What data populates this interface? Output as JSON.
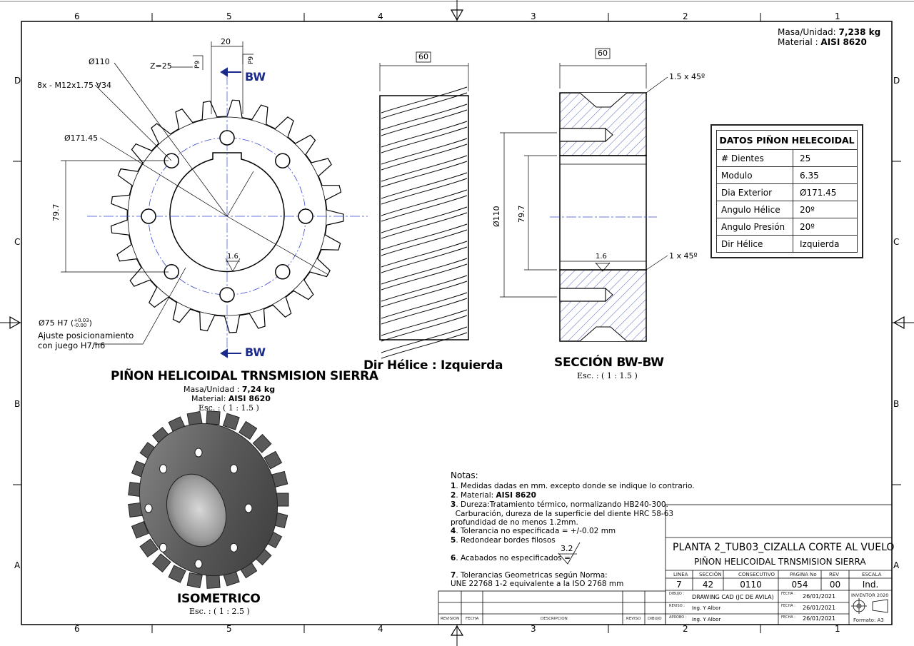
{
  "mass_top": {
    "label": "Masa/Unidad: ",
    "value": "7,238 kg",
    "material_label": "Material : ",
    "material_value": "AISI 8620"
  },
  "front_view": {
    "dims": {
      "width": "20",
      "d110": "Ø110",
      "z": "Z=25",
      "thread": "8x - M12x1.75 ∀34",
      "d171": "Ø171.45",
      "d797": "79.7",
      "p9a": "P9",
      "p9b": "P9",
      "surface": "1.6",
      "bore": "Ø75 H7",
      "tol_up": "+0.03",
      "tol_dn": "-0.00",
      "fit1": "Ajuste  posicionamiento",
      "fit2": "con juego H7/h6"
    },
    "section_marker": "BW",
    "title": "PIÑON HELICOIDAL TRNSMISION SIERRA",
    "mass": "Masa/Unidad : ",
    "mass_value": "7,24 kg",
    "material": "Material: ",
    "material_value": "AISI 8620",
    "scale": "Esc. : ( 1 : 1.5 )"
  },
  "side_view": {
    "width": "60",
    "label": "Dir Hélice : Izquierda"
  },
  "section_view": {
    "width": "60",
    "chamfer1": "1.5 x 45º",
    "chamfer2": "1 x 45º",
    "d110": "Ø110",
    "d797": "79.7",
    "surface": "1.6",
    "title": "SECCIÓN BW-BW",
    "scale": "Esc. : ( 1 : 1.5 )"
  },
  "data_table": {
    "title": "DATOS PIÑON HELECOIDAL",
    "rows": [
      {
        "k": "# Dientes",
        "v": "25"
      },
      {
        "k": "Modulo",
        "v": "6.35"
      },
      {
        "k": "Dia Exterior",
        "v": "Ø171.45"
      },
      {
        "k": "Angulo Hélice",
        "v": "20º"
      },
      {
        "k": "Angulo Presión",
        "v": "20º"
      },
      {
        "k": "Dir Hélice",
        "v": "Izquierda"
      }
    ]
  },
  "isometric": {
    "title": "ISOMETRICO",
    "scale": "Esc. : ( 1 : 2.5 )"
  },
  "notes": {
    "title": "Notas:",
    "n1": "Medidas dadas en mm. excepto donde se indique lo contrario.",
    "n2": "Material: ",
    "n2b": "AISI 8620",
    "n3": "Dureza:Tratamiento térmico, normalizando HB240-300.",
    "n3b": "  Carburación, dureza de la superficie del diente HRC 58-63",
    "n3c": "profundidad de no menos 1.2mm.",
    "n4": "Tolerancia no especificada = +/-0.02 mm",
    "n5": "Redondear bordes filosos",
    "n6": "Acabados no especificados = ",
    "n6v": "3.2",
    "n7": "Tolerancias Geometricas según Norma:",
    "n7b": "UNE 22768 1-2 equivalente a la ISO 2768 mm"
  },
  "title_block": {
    "project": "PLANTA 2_TUB03_CIZALLA CORTE AL VUELO",
    "part": "PIÑON HELICOIDAL TRNSMISION SIERRA",
    "h_linea": "LINEA",
    "h_seccion": "SECCIÓN",
    "h_consec": "CONSECUTIVO",
    "h_pagina": "PAGINA No",
    "h_rev": "REV",
    "h_escala": "ESCALA",
    "v_linea": "7",
    "v_seccion": "42",
    "v_consec": "0110",
    "v_pagina": "054",
    "v_rev": "00",
    "v_escala": "Ind.",
    "l_dibujo": "DIBUJO :",
    "v_dibujo": "DRAWING CAD (JC DE AVILA)",
    "l_reviso": "REVISO :",
    "v_reviso": "Ing. Y Albor",
    "l_aprobo": "APROBO :",
    "v_aprobo": "Ing. Y Albor",
    "l_fecha": "FECHA :",
    "date": "26/01/2021",
    "software": "INVENTOR  2020",
    "format": "Formato:  A3",
    "rev_cols": [
      "REVISION",
      "FECHA",
      "DESCRIPCION",
      "REVISO",
      "DIBUJO"
    ]
  },
  "grid": {
    "cols": [
      "6",
      "5",
      "4",
      "3",
      "2",
      "1"
    ],
    "rows": [
      "D",
      "C",
      "B",
      "A"
    ]
  }
}
